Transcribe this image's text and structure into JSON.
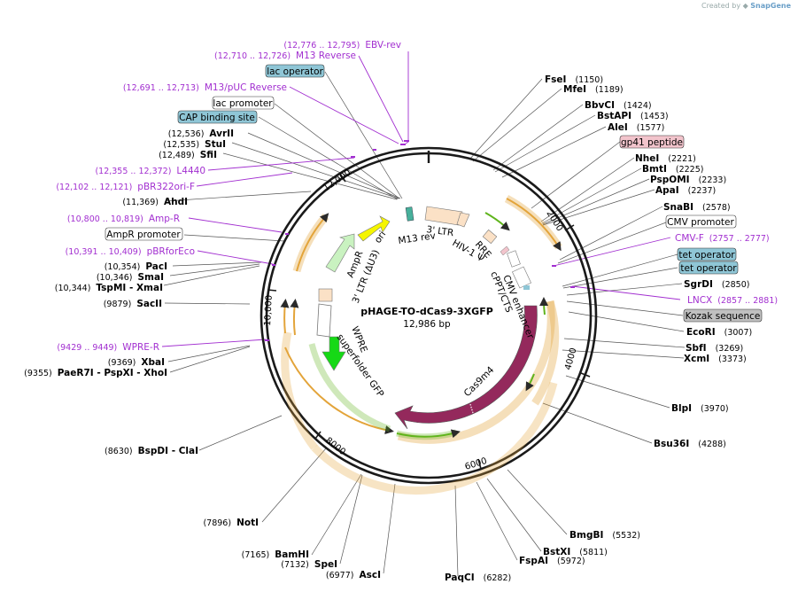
{
  "credit": {
    "prefix": "Created by",
    "brand": "SnapGene"
  },
  "plasmid": {
    "name": "pHAGE-TO-dCas9-3XGFP",
    "size": "12,986 bp"
  },
  "ticks": [
    "2000",
    "4000",
    "6000",
    "8000",
    "10,000",
    "12,000"
  ],
  "sites_left": [
    {
      "name": "AvrII",
      "coord": "(12,536)"
    },
    {
      "name": "StuI",
      "coord": "(12,535)"
    },
    {
      "name": "SfiI",
      "coord": "(12,489)"
    },
    {
      "name": "AhdI",
      "coord": "(11,369)"
    },
    {
      "name": "PacI",
      "coord": "(10,354)"
    },
    {
      "name": "SmaI",
      "coord": "(10,346)"
    },
    {
      "name": "TspMI - XmaI",
      "coord": "(10,344)"
    },
    {
      "name": "SacII",
      "coord": "(9879)"
    },
    {
      "name": "XbaI",
      "coord": "(9369)"
    },
    {
      "name": "PaeR7I - PspXI - XhoI",
      "coord": "(9355)"
    },
    {
      "name": "BspDI - ClaI",
      "coord": "(8630)"
    },
    {
      "name": "NotI",
      "coord": "(7896)"
    },
    {
      "name": "BamHI",
      "coord": "(7165)"
    },
    {
      "name": "SpeI",
      "coord": "(7132)"
    },
    {
      "name": "AscI",
      "coord": "(6977)"
    }
  ],
  "sites_right": [
    {
      "name": "FseI",
      "coord": "(1150)"
    },
    {
      "name": "MfeI",
      "coord": "(1189)"
    },
    {
      "name": "BbvCI",
      "coord": "(1424)"
    },
    {
      "name": "BstAPI",
      "coord": "(1453)"
    },
    {
      "name": "AleI",
      "coord": "(1577)"
    },
    {
      "name": "NheI",
      "coord": "(2221)"
    },
    {
      "name": "BmtI",
      "coord": "(2225)"
    },
    {
      "name": "PspOMI",
      "coord": "(2233)"
    },
    {
      "name": "ApaI",
      "coord": "(2237)"
    },
    {
      "name": "SnaBI",
      "coord": "(2578)"
    },
    {
      "name": "SgrDI",
      "coord": "(2850)"
    },
    {
      "name": "EcoRI",
      "coord": "(3007)"
    },
    {
      "name": "SbfI",
      "coord": "(3269)"
    },
    {
      "name": "XcmI",
      "coord": "(3373)"
    },
    {
      "name": "BlpI",
      "coord": "(3970)"
    },
    {
      "name": "Bsu36I",
      "coord": "(4288)"
    },
    {
      "name": "BmgBI",
      "coord": "(5532)"
    },
    {
      "name": "BstXI",
      "coord": "(5811)"
    },
    {
      "name": "FspAI",
      "coord": "(5972)"
    },
    {
      "name": "PaqCI",
      "coord": "(6282)"
    }
  ],
  "primers": [
    {
      "name": "EBV-rev",
      "coord": "(12,776 .. 12,795)"
    },
    {
      "name": "M13 Reverse",
      "coord": "(12,710 .. 12,726)"
    },
    {
      "name": "M13/pUC Reverse",
      "coord": "(12,691 .. 12,713)"
    },
    {
      "name": "L4440",
      "coord": "(12,355 .. 12,372)"
    },
    {
      "name": "pBR322ori-F",
      "coord": "(12,102 .. 12,121)"
    },
    {
      "name": "Amp-R",
      "coord": "(10,800 .. 10,819)"
    },
    {
      "name": "pBRforEco",
      "coord": "(10,391 .. 10,409)"
    },
    {
      "name": "WPRE-R",
      "coord": "(9429 .. 9449)"
    },
    {
      "name": "CMV-F",
      "coord": "(2757 .. 2777)"
    },
    {
      "name": "LNCX",
      "coord": "(2857 .. 2881)"
    }
  ],
  "boxes": [
    {
      "name": "lac operator",
      "fill": "#8fc6d6"
    },
    {
      "name": "lac promoter",
      "fill": "#ffffff"
    },
    {
      "name": "CAP binding site",
      "fill": "#8fc6d6"
    },
    {
      "name": "AmpR promoter",
      "fill": "#ffffff"
    },
    {
      "name": "gp41 peptide",
      "fill": "#f2c4cc"
    },
    {
      "name": "CMV promoter",
      "fill": "#ffffff"
    },
    {
      "name": "tet operator",
      "fill": "#8fc6d6"
    },
    {
      "name": "tet operator",
      "fill": "#8fc6d6"
    },
    {
      "name": "Kozak sequence",
      "fill": "#c0c0c0"
    }
  ],
  "features": {
    "ltr3": "3' LTR",
    "m13rev": "M13 rev",
    "hiv": "HIV-1 Ψ",
    "rre": "RRE",
    "cmv_enh": "CMV enhancer",
    "cppt": "cPPT/CTS",
    "cas9": "Cas9m4",
    "ori": "ori",
    "ampr": "AmpR",
    "ltr_du3": "3' LTR (ΔU3)",
    "wpre": "WPRE",
    "sfgfp": "superfolder GFP"
  },
  "colors": {
    "purple": "#a22fd0",
    "cas9": "#94295c",
    "orange": "#e3a43a",
    "green": "#5fb41c",
    "ori_yellow": "#f5f500",
    "gfp_green": "#16d916",
    "ampr_green": "#c9f2c0"
  }
}
